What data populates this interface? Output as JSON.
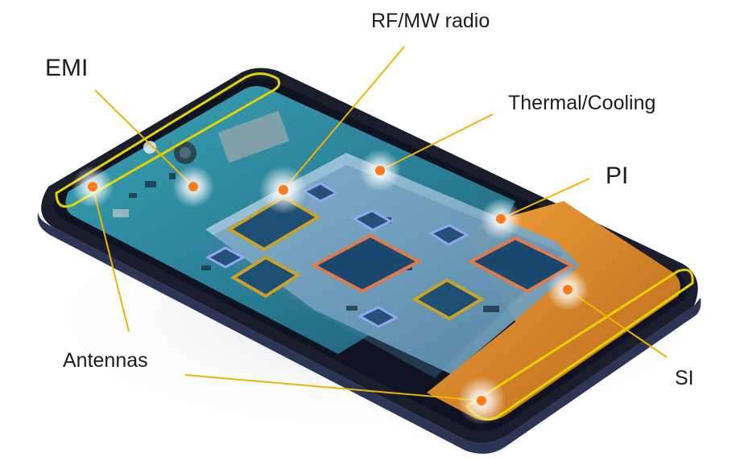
{
  "labels": {
    "emi": "EMI",
    "rf_mw_radio": "RF/MW radio",
    "thermal_cooling": "Thermal/Cooling",
    "pi": "PI",
    "antennas": "Antennas",
    "si": "SI"
  },
  "colors": {
    "callout_line": "#f0b400",
    "hotspot": "#ff7a1a",
    "antenna_outline": "#e3d400",
    "pcb_teal": "#2f8ea0",
    "flex_orange": "#d9871c",
    "chip_gold": "#c9a227",
    "chip_copper": "#e07a4a",
    "chip_blue": "#7f9ce6",
    "phone_frame": "#1a1d2b"
  },
  "image": {
    "subject": "smartphone-circuit-board-photo"
  }
}
